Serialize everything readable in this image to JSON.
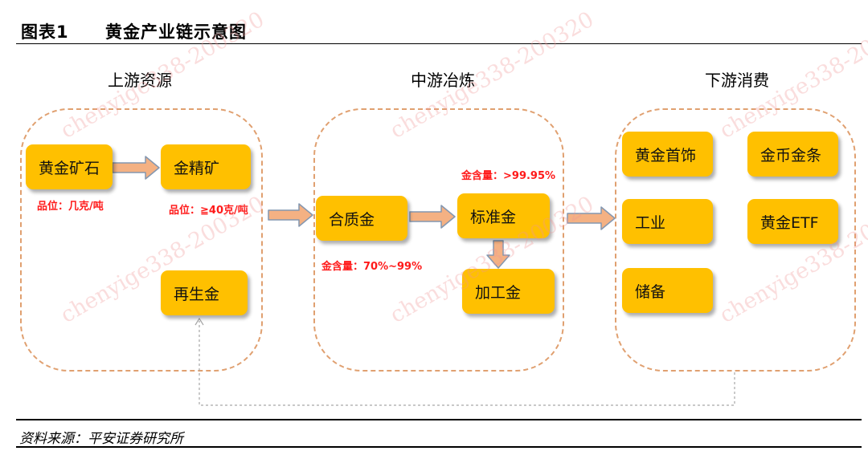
{
  "figure": {
    "number": "图表1",
    "title": "黄金产业链示意图"
  },
  "sections": {
    "upstream": "上游资源",
    "midstream": "中游冶炼",
    "downstream": "下游消费"
  },
  "nodes": {
    "gold_ore": "黄金矿石",
    "gold_concentrate": "金精矿",
    "recycled_gold": "再生金",
    "alloy_gold": "合质金",
    "standard_gold": "标准金",
    "processed_gold": "加工金",
    "gold_jewelry": "黄金首饰",
    "industry": "工业",
    "reserves": "储备",
    "coins_bars": "金币金条",
    "gold_etf": "黄金ETF"
  },
  "notes": {
    "ore_grade": "品位：几克/吨",
    "concentrate_grade": "品位：≧40克/吨",
    "alloy_content": "金含量：70%~99%",
    "standard_content": "金含量：>99.95%"
  },
  "source": "资料来源：平安证券研究所",
  "watermark": "chenyige338-200320",
  "colors": {
    "node_fill": "#ffc000",
    "group_border": "#e0a070",
    "arrow_fill": "#f4b183",
    "arrow_stroke": "#8497b0",
    "note_text": "#ff1a1a",
    "watermark": "#f09696"
  }
}
